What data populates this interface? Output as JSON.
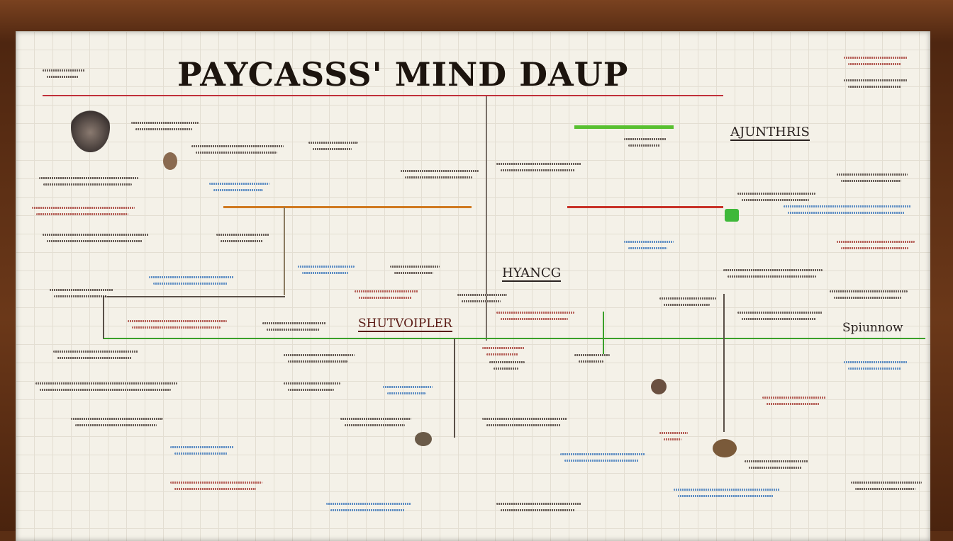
{
  "title": "PAYCASSS' MIND DAUP",
  "labels": {
    "center_left": "SHUTVOIPLER",
    "center": "HYANCG",
    "top_right": "AJUNTHRIS",
    "right": "Spiunnow"
  },
  "colors": {
    "frame": "#6b3819",
    "board": "#f4f1e8",
    "title_rule": "#c0303a",
    "branch_green": "#3aa02a",
    "branch_orange": "#d07a20",
    "branch_red": "#c83228",
    "branch_blue": "#2f6fb8"
  }
}
